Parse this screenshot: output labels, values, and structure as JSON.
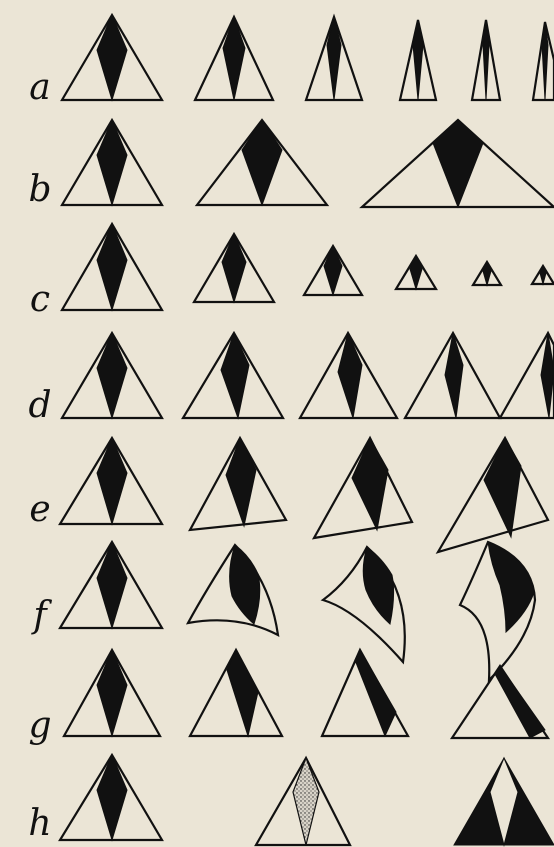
{
  "rows": [
    {
      "label": "a"
    },
    {
      "label": "b"
    },
    {
      "label": "c"
    },
    {
      "label": "d"
    },
    {
      "label": "e"
    },
    {
      "label": "f"
    },
    {
      "label": "g"
    },
    {
      "label": "h"
    }
  ]
}
